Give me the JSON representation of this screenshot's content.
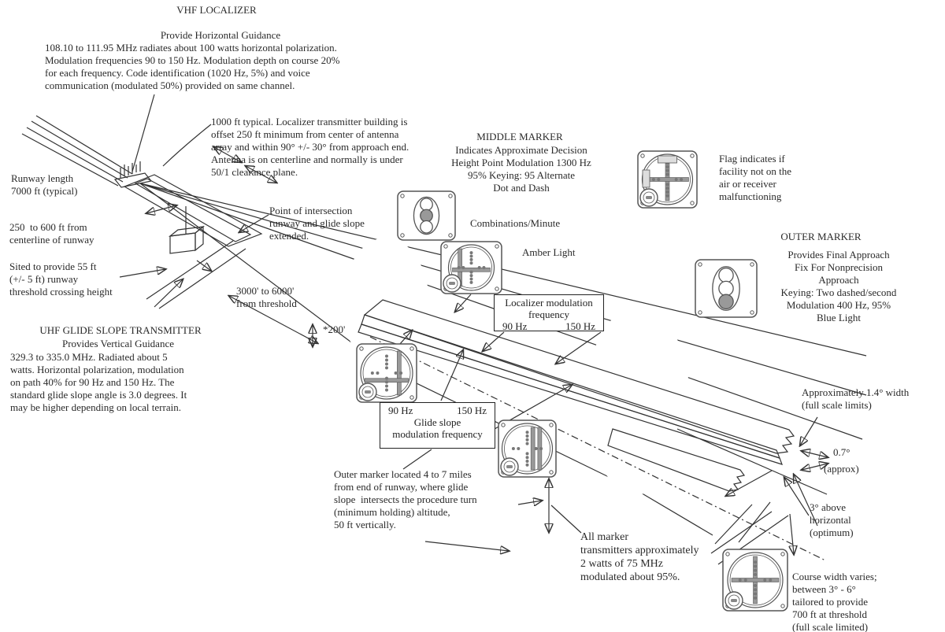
{
  "localizer": {
    "title": "VHF LOCALIZER",
    "subtitle": "Provide Horizontal Guidance",
    "body": "108.10 to 111.95 MHz radiates about 100 watts horizontal polarization.\nModulation frequencies 90 to 150 Hz. Modulation depth on course 20%\nfor each frequency. Code identification (1020 Hz, 5%) and voice\ncommunication (modulated 50%) provided on same channel.",
    "building_note": "1000 ft typical. Localizer transmitter building is\noffset 250 ft minimum from center of antenna\narray and within 90° +/- 30° from approach end.\nAntenna is on centerline and normally is under\n50/1 clearance plane."
  },
  "middle_marker": {
    "title": "MIDDLE MARKER",
    "body": "Indicates Approximate Decision\nHeight Point Modulation 1300 Hz\n95% Keying: 95 Alternate\nDot and Dash",
    "combinations": "Combinations/Minute",
    "light": "Amber Light"
  },
  "outer_marker": {
    "title": "OUTER MARKER",
    "body": "Provides Final Approach\nFix For Nonprecision\nApproach\nKeying: Two dashed/second\nModulation 400 Hz, 95%\nBlue Light"
  },
  "flag_note": "Flag indicates if\nfacility not on the\nair or receiver\nmalfunctioning",
  "runway": {
    "length": "Runway length\n7000 ft (typical)",
    "centerline": "250  to 600 ft from\ncenterline of runway",
    "sited": "Sited to provide 55 ft\n(+/- 5 ft) runway\nthreshold crossing height"
  },
  "glide_slope": {
    "title": "UHF GLIDE SLOPE TRANSMITTER",
    "subtitle": "Provides Vertical Guidance",
    "body": "329.3 to 335.0 MHz. Radiated about 5\nwatts. Horizontal polarization, modulation\non path 40% for 90 Hz and 150 Hz. The\nstandard glide slope angle is 3.0 degrees. It\nmay be higher depending on local terrain."
  },
  "annotations": {
    "point_intersection": "Point of intersection\nrunway and glide slope\nextended.",
    "threshold_distance": "3000' to 6000'\nfrom threshold",
    "star_200": "*200'",
    "outer_marker_location": "Outer marker located 4 to 7 miles\nfrom end of runway, where glide\nslope  intersects the procedure turn\n(minimum holding) altitude,\n50 ft vertically.",
    "all_markers": "All marker\ntransmitters approximately\n2 watts of 75 MHz\nmodulated about 95%.",
    "approx_width": "Approximately 1.4° width\n(full scale limits)",
    "deg_07": "0.7°",
    "deg_07_approx": "(approx)",
    "above_horizontal": "3° above\nhorizontal\n(optimum)",
    "course_width": "Course width varies;\nbetween 3° - 6°\ntailored to provide\n700 ft at threshold\n(full scale limited)"
  },
  "loc_mod_box": {
    "line1": "Localizer modulation",
    "line2": "frequency",
    "left": "90 Hz",
    "right": "150 Hz"
  },
  "gs_mod_box": {
    "left": "90 Hz",
    "right": "150 Hz",
    "line2": "Glide slope",
    "line3": "modulation frequency"
  },
  "colors": {
    "beam_gray": "#9a9a9a",
    "ink": "#2a2a2a",
    "needle": "#999999"
  }
}
